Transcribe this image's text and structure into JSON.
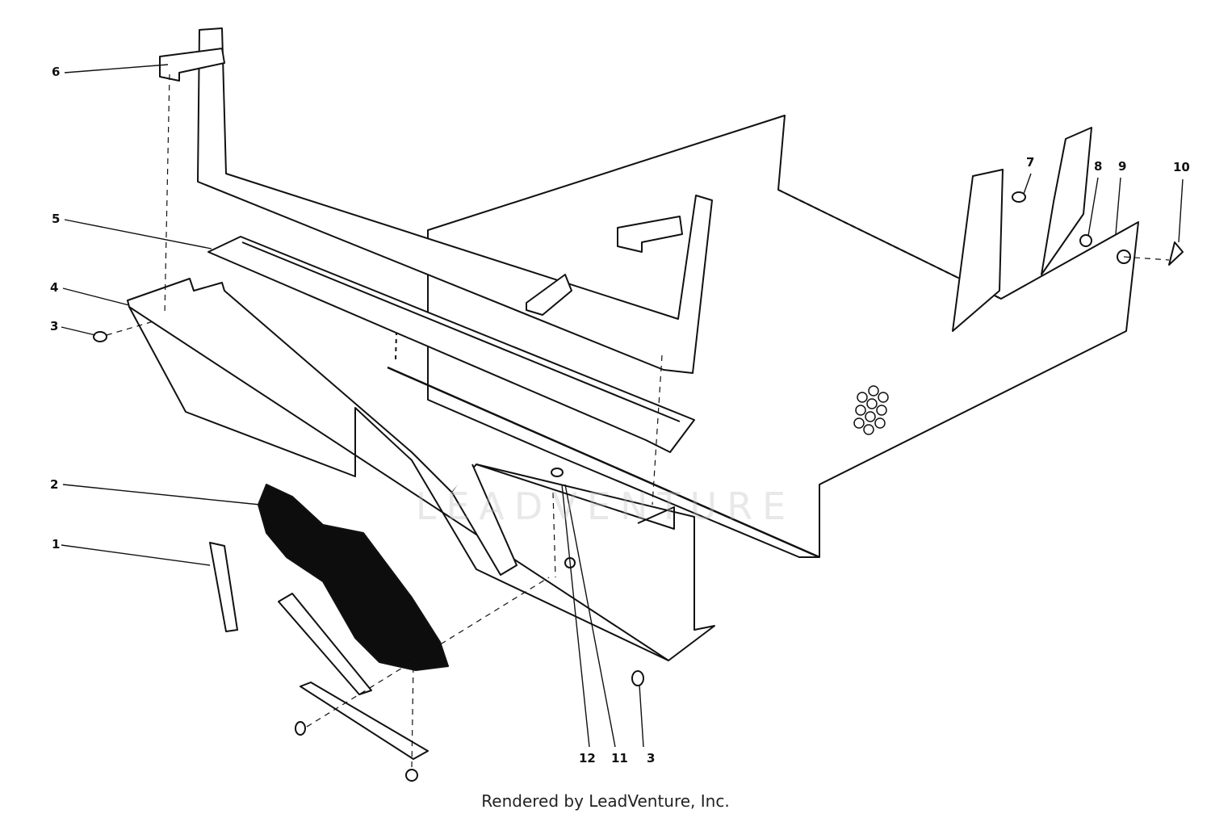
{
  "callouts": {
    "c1": "1",
    "c2": "2",
    "c3a": "3",
    "c3b": "3",
    "c4": "4",
    "c5": "5",
    "c6": "6",
    "c7": "7",
    "c8": "8",
    "c9": "9",
    "c10": "10",
    "c11": "11",
    "c12": "12"
  },
  "footer": "Rendered by LeadVenture, Inc.",
  "watermark": "LEADVENTURE",
  "colors": {
    "line": "#111111",
    "fill": "#ffffff",
    "dark_part": "#0d0d0d"
  }
}
